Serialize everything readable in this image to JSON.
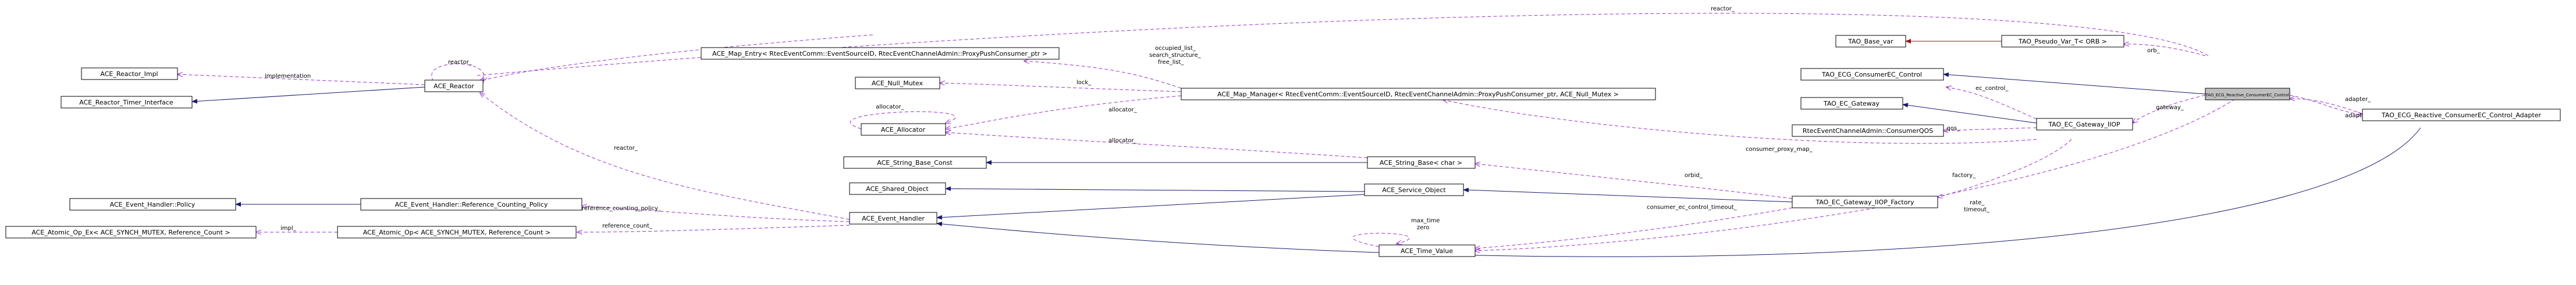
{
  "nodes": {
    "reactor_impl": "ACE_Reactor_Impl",
    "reactor_timer_interface": "ACE_Reactor_Timer_Interface",
    "reactor": "ACE_Reactor",
    "event_handler_policy": "ACE_Event_Handler::Policy",
    "event_handler_ref_policy": "ACE_Event_Handler::Reference_Counting_Policy",
    "atomic_op_ex": "ACE_Atomic_Op_Ex< ACE_SYNCH_MUTEX, Reference_Count >",
    "atomic_op": "ACE_Atomic_Op< ACE_SYNCH_MUTEX, Reference_Count >",
    "shared_object": "ACE_Shared_Object",
    "event_handler": "ACE_Event_Handler",
    "service_object": "ACE_Service_Object",
    "string_base_const": "ACE_String_Base_Const",
    "string_base": "ACE_String_Base< char >",
    "allocator": "ACE_Allocator",
    "null_mutex": "ACE_Null_Mutex",
    "map_entry": "ACE_Map_Entry< RtecEventComm::EventSourceID, RtecEventChannelAdmin::ProxyPushConsumer_ptr >",
    "map_manager": "ACE_Map_Manager< RtecEventComm::EventSourceID, RtecEventChannelAdmin::ProxyPushConsumer_ptr, ACE_Null_Mutex >",
    "time_value": "ACE_Time_Value",
    "tao_base_var": "TAO_Base_var",
    "tao_pseudo_var": "TAO_Pseudo_Var_T< ORB >",
    "tao_ecg_consumer_control": "TAO_ECG_ConsumerEC_Control",
    "tao_ec_gateway": "TAO_EC_Gateway",
    "consumer_qos": "RtecEventChannelAdmin::ConsumerQOS",
    "tao_ec_gateway_iiop": "TAO_EC_Gateway_IIOP",
    "tao_ec_gateway_iiop_factory": "TAO_EC_Gateway_IIOP_Factory",
    "reactive_consumer_control": "TAO_ECG_Reactive_ConsumerEC_Control",
    "reactive_consumer_control_adapter": "TAO_ECG_Reactive_ConsumerEC_Control_Adapter"
  },
  "edge_labels": {
    "reactor_top": "reactor_",
    "reactor_self": "reactor_",
    "implementation": "implementation",
    "orb": "orb_",
    "ec_control": "ec_control_",
    "gateway": "gateway_",
    "adapter": "adapter_",
    "adapter2": "adapter_",
    "occupied_list": "occupied_list_",
    "search_structure": "search_structure_",
    "free_list": "free_list_",
    "lock": "lock_",
    "allocator_self": "allocator_",
    "allocator_mm": "allocator_",
    "allocator_sb": "allocator_",
    "c_qos": "c_qos_",
    "consumer_proxy_map": "consumer_proxy_map_",
    "orbid": "orbid_",
    "factory": "factory_",
    "reactor_eh": "reactor_",
    "ref_policy": "reference_counting_policy_",
    "impl": "impl_",
    "ref_count": "reference_count_",
    "consumer_ec_control_timeout": "consumer_ec_control_timeout_",
    "max_time": "max_time",
    "zero": "zero",
    "rate": "rate_",
    "timeout": "timeout_"
  },
  "colors": {
    "inheritance": "#191970",
    "usage": "#9a32cd",
    "private_inheritance": "#8b1a1a",
    "focus_fill": "#bfbfbf"
  }
}
